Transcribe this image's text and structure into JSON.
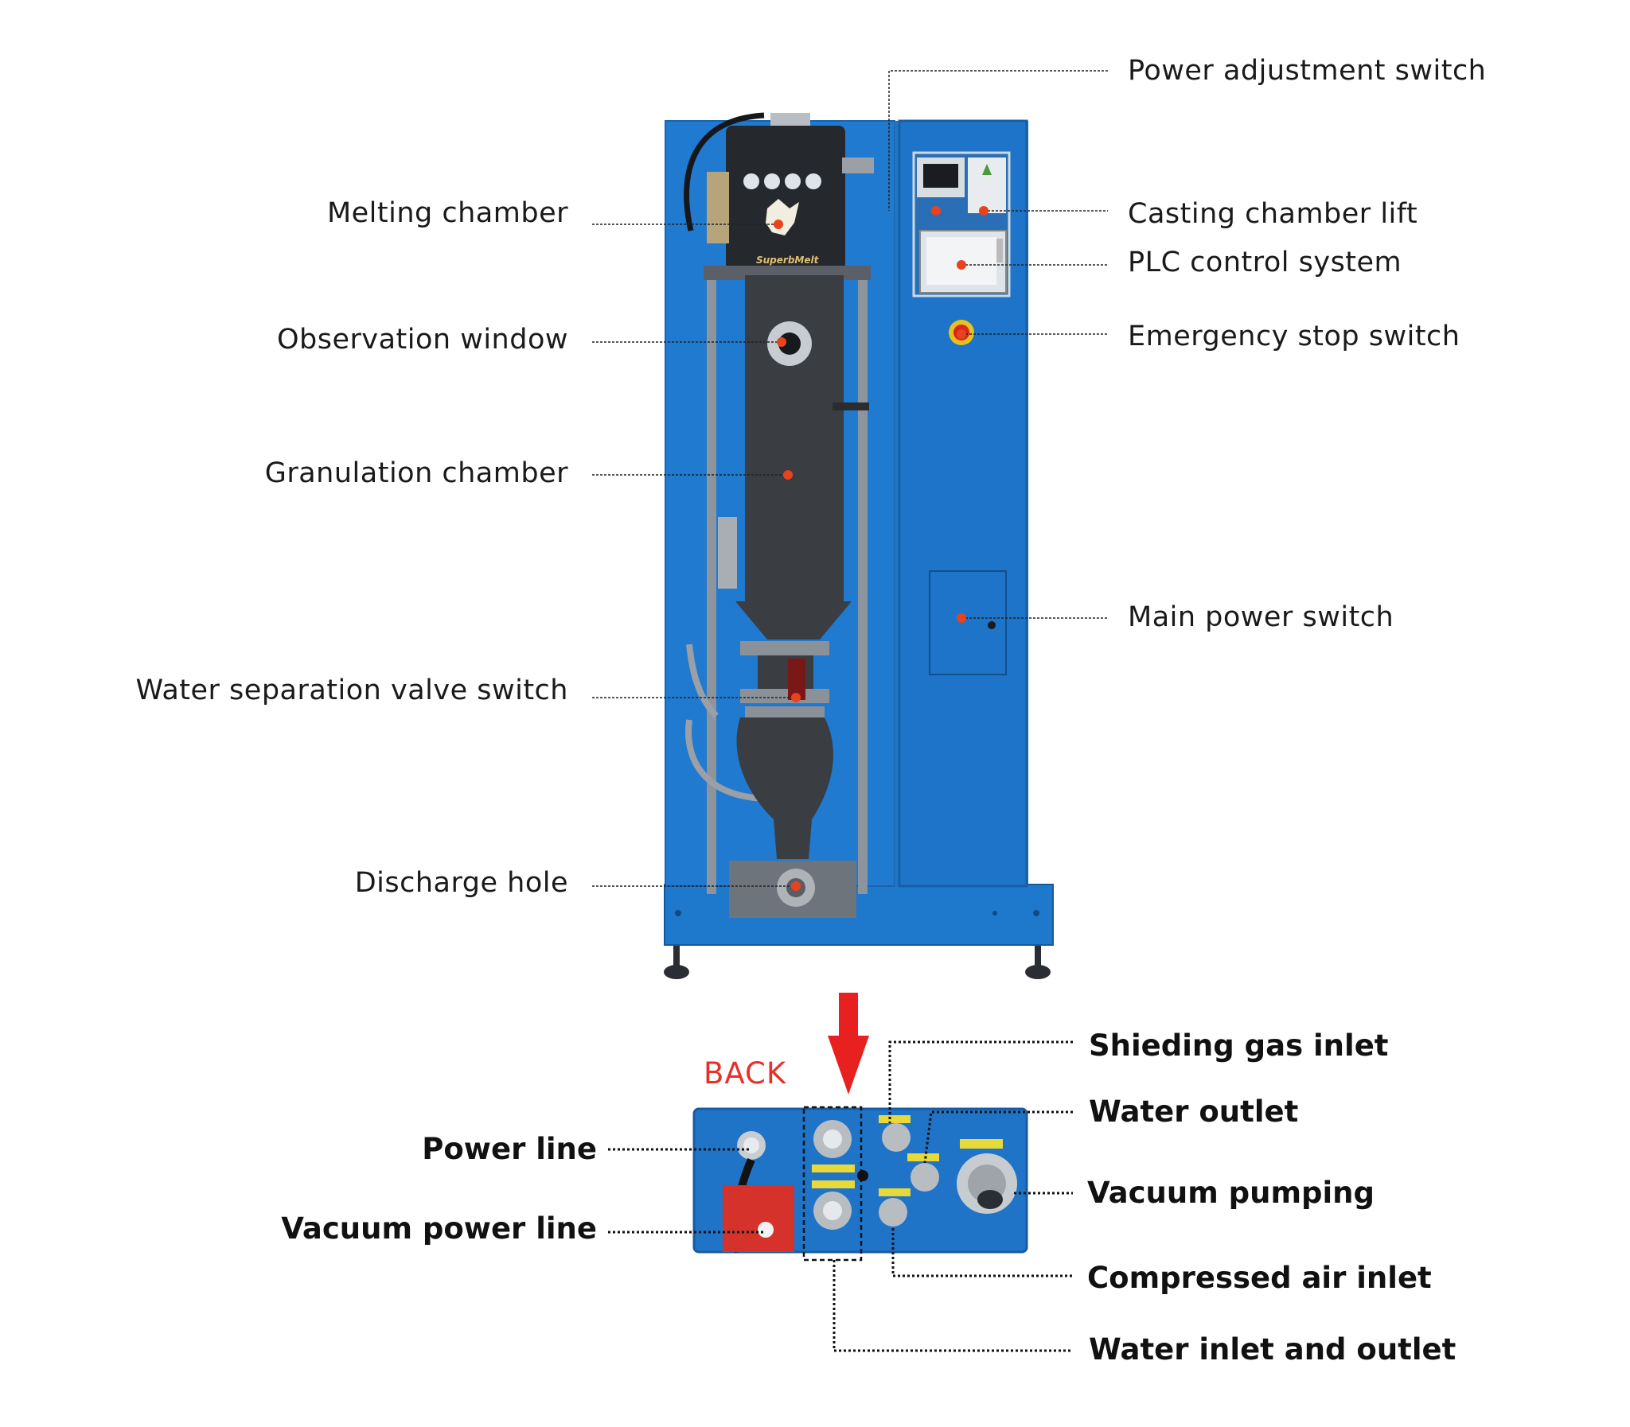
{
  "brand_text": "SuperbMelt",
  "colors": {
    "machine_blue": "#1f7ad0",
    "chamber_dark": "#3a3d42",
    "marker_red": "#e8421e",
    "arrow_red": "#e8201f",
    "back_red": "#e8302a"
  },
  "front_labels": {
    "power_adjustment_switch": "Power adjustment switch",
    "melting_chamber": "Melting chamber",
    "casting_chamber_lift": "Casting chamber lift",
    "plc_control_system": "PLC control system",
    "observation_window": "Observation window",
    "emergency_stop_switch": "Emergency stop switch",
    "granulation_chamber": "Granulation chamber",
    "main_power_switch": "Main power switch",
    "water_separation_valve_switch": "Water separation valve switch",
    "discharge_hole": "Discharge hole"
  },
  "back_panel": {
    "title": "BACK",
    "labels": {
      "shielding_gas_inlet": "Shieding gas inlet",
      "water_outlet": "Water outlet",
      "power_line": "Power line",
      "vacuum_pumping": "Vacuum pumping",
      "vacuum_power_line": "Vacuum power line",
      "compressed_air_inlet": "Compressed air inlet",
      "water_inlet_and_outlet": "Water inlet and outlet"
    }
  }
}
